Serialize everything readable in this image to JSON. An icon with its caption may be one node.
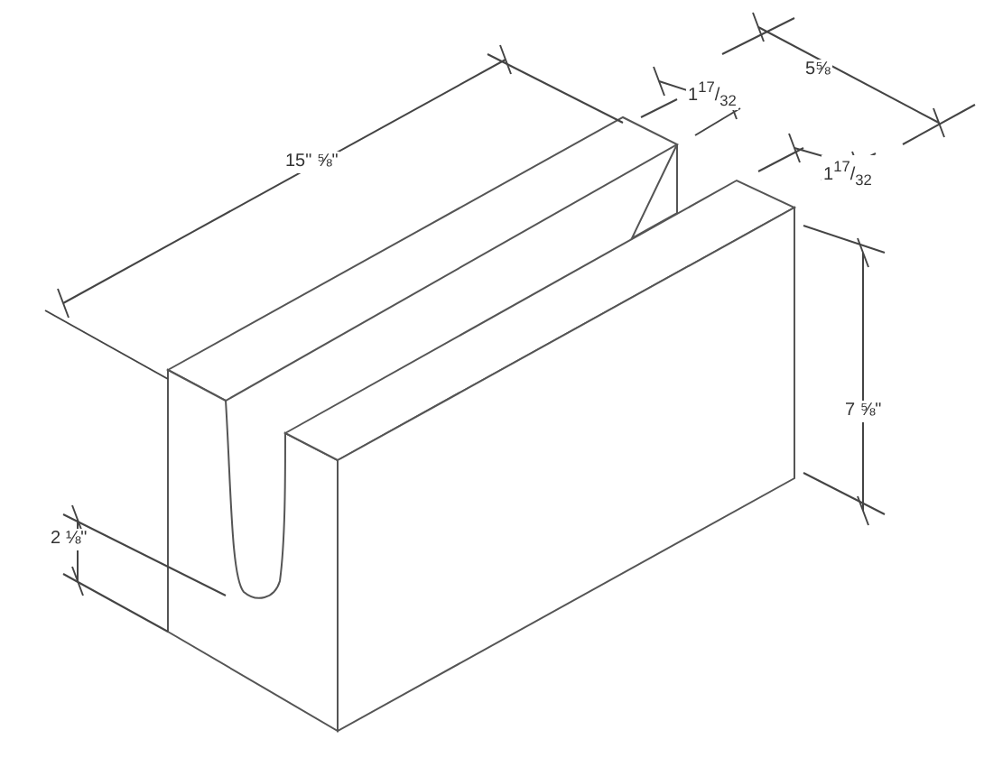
{
  "diagram": {
    "labels": [
      "5⅝",
      "1$^{17}$/$_{32}$",
      "15\" ⅝\"",
      "1$^{17}$/$_{32}$",
      "7 ⅝\"",
      "2 ⅛\""
    ]
  }
}
